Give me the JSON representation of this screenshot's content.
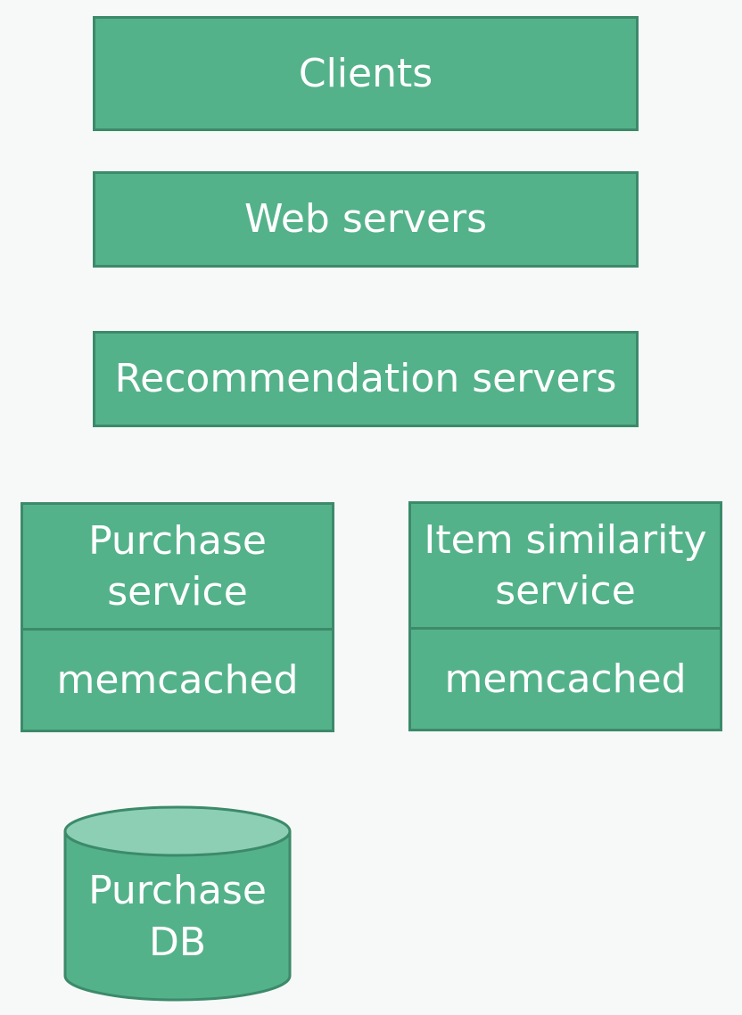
{
  "diagram": {
    "clients": {
      "label": "Clients"
    },
    "web_servers": {
      "label": "Web servers"
    },
    "recommendation_servers": {
      "label": "Recommendation servers"
    },
    "purchase_service": {
      "service_label": "Purchase\nservice",
      "cache_label": "memcached"
    },
    "item_similarity_service": {
      "service_label": "Item similarity\nservice",
      "cache_label": "memcached"
    },
    "purchase_db": {
      "label": "Purchase\nDB"
    }
  },
  "colors": {
    "box_fill": "#54b28a",
    "box_border": "#3c8a6a",
    "db_top_fill": "#8ccfb5",
    "text": "#ffffff",
    "background": "#f7f9f9"
  }
}
